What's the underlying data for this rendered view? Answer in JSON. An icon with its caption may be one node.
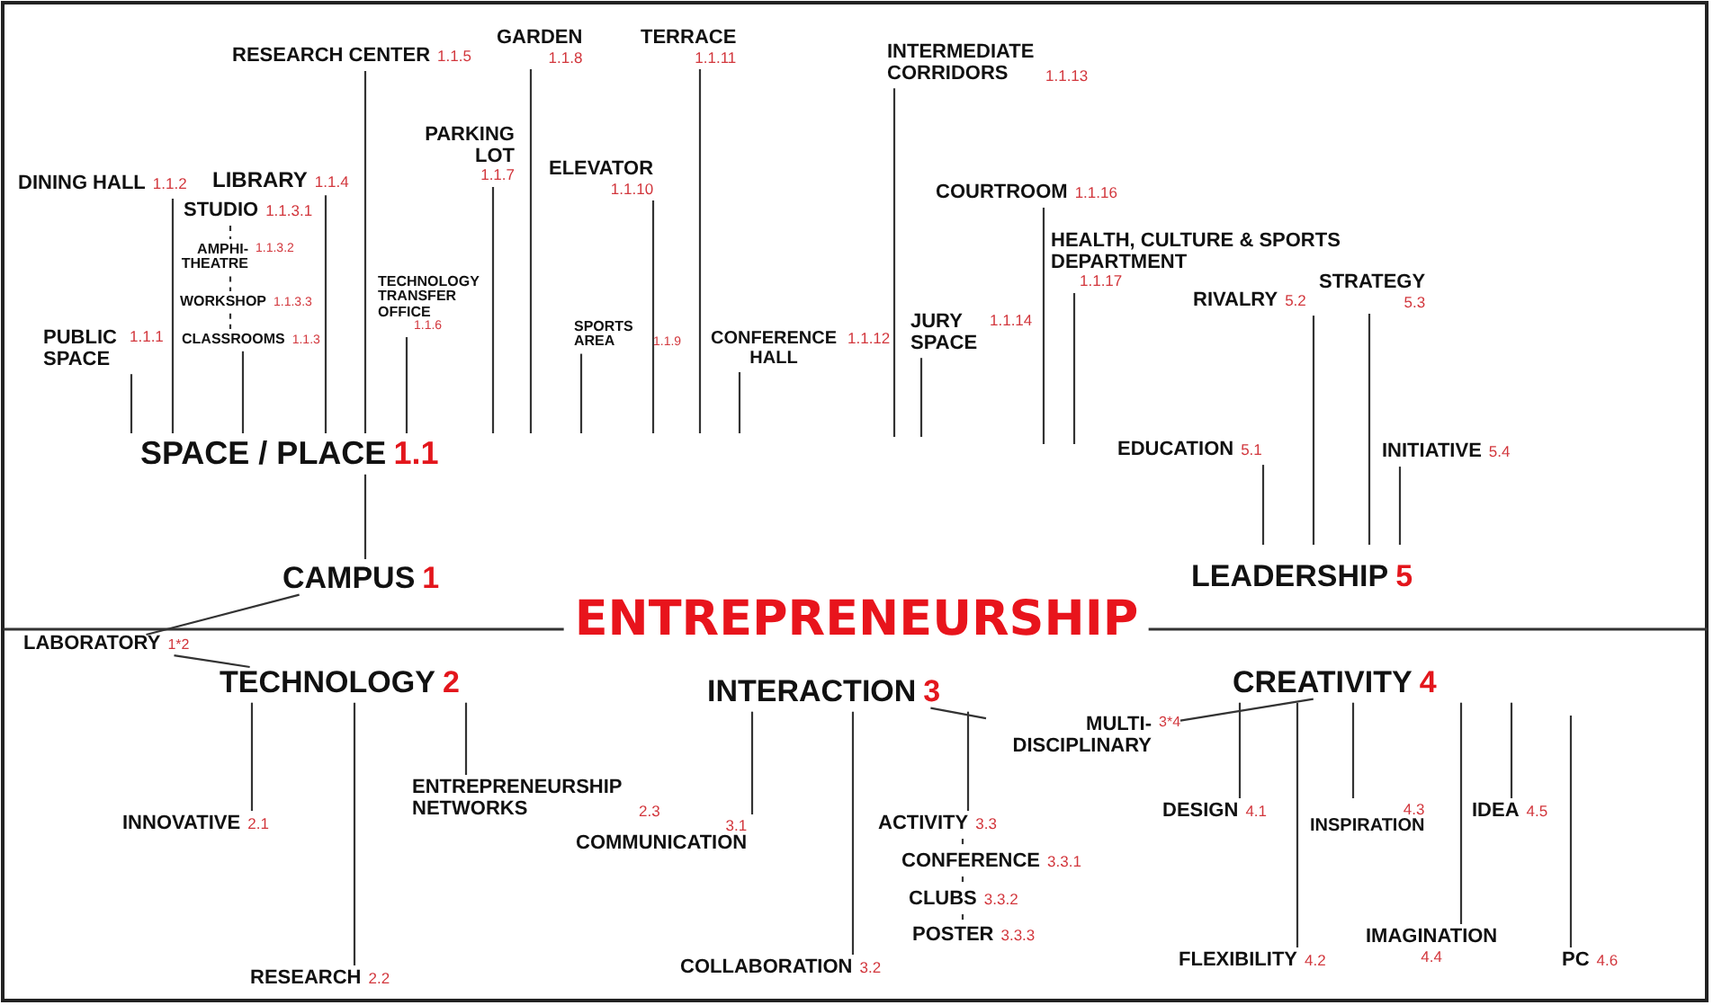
{
  "diagram": {
    "title": "ENTREPRENEURSHIP",
    "nodes": [
      {
        "text": [
          "SPACE / PLACE",
          "1.1"
        ]
      },
      {
        "text": [
          "CAMPUS",
          "1"
        ]
      },
      {
        "text": [
          "LABORATORY",
          "1*2"
        ]
      },
      {
        "text": [
          "TECHNOLOGY",
          "2"
        ]
      },
      {
        "text": [
          "INTERACTION",
          "3"
        ]
      },
      {
        "text": [
          "MULTI- DISCIPLINARY",
          "3*4"
        ]
      },
      {
        "text": [
          "CREATIVITY",
          "4"
        ]
      },
      {
        "text": [
          "LEADERSHIP",
          "5"
        ]
      },
      {
        "text": [
          "PUBLIC SPACE",
          "1.1.1"
        ]
      },
      {
        "text": [
          "DINING HALL",
          "1.1.2"
        ]
      },
      {
        "text": [
          "STUDIO",
          "1.1.3.1"
        ]
      },
      {
        "text": [
          "AMPHI- THEATRE",
          "1.1.3.2"
        ]
      },
      {
        "text": [
          "WORKSHOP",
          "1.1.3.3"
        ]
      },
      {
        "text": [
          "CLASSROOMS",
          "1.1.3"
        ]
      },
      {
        "text": [
          "LIBRARY",
          "1.1.4"
        ]
      },
      {
        "text": [
          "RESEARCH CENTER",
          "1.1.5"
        ]
      },
      {
        "text": [
          "TECHNOLOGY TRANSFER OFFICE",
          "1.1.6"
        ]
      },
      {
        "text": [
          "PARKING LOT",
          "1.1.7"
        ]
      },
      {
        "text": [
          "GARDEN",
          "1.1.8"
        ]
      },
      {
        "text": [
          "SPORTS AREA",
          "1.1.9"
        ]
      },
      {
        "text": [
          "ELEVATOR",
          "1.1.10"
        ]
      },
      {
        "text": [
          "TERRACE",
          "1.1.11"
        ]
      },
      {
        "text": [
          "CONFERENCE HALL",
          "1.1.12"
        ]
      },
      {
        "text": [
          "INTERMEDIATE CORRIDORS",
          "1.1.13"
        ]
      },
      {
        "text": [
          "JURY SPACE",
          "1.1.14"
        ]
      },
      {
        "text": [
          "COURTROOM",
          "1.1.16"
        ]
      },
      {
        "text": [
          "HEALTH, CULTURE & SPORTS DEPARTMENT",
          "1.1.17"
        ]
      },
      {
        "text": [
          "EDUCATION",
          "5.1"
        ]
      },
      {
        "text": [
          "RIVALRY",
          "5.2"
        ]
      },
      {
        "text": [
          "STRATEGY",
          "5.3"
        ]
      },
      {
        "text": [
          "INITIATIVE",
          "5.4"
        ]
      },
      {
        "text": [
          "INNOVATIVE",
          "2.1"
        ]
      },
      {
        "text": [
          "RESEARCH",
          "2.2"
        ]
      },
      {
        "text": [
          "ENTREPRENEURSHIP NETWORKS",
          "2.3"
        ]
      },
      {
        "text": [
          "3.1",
          "COMMUNICATION"
        ]
      },
      {
        "text": [
          "COLLABORATION",
          "3.2"
        ]
      },
      {
        "text": [
          "ACTIVITY",
          "3.3"
        ]
      },
      {
        "text": [
          "CONFERENCE",
          "3.3.1"
        ]
      },
      {
        "text": [
          "CLUBS",
          "3.3.2"
        ]
      },
      {
        "text": [
          "POSTER",
          "3.3.3"
        ]
      },
      {
        "text": [
          "DESIGN",
          "4.1"
        ]
      },
      {
        "text": [
          "FLEXIBILITY",
          "4.2"
        ]
      },
      {
        "text": [
          "4.3",
          "INSPIRATION"
        ]
      },
      {
        "text": [
          "IMAGINATION",
          "4.4"
        ]
      },
      {
        "text": [
          "IDEA",
          "4.5"
        ]
      },
      {
        "text": [
          "PC",
          "4.6"
        ]
      }
    ],
    "edges": [
      {
        "from": 8,
        "to": 0,
        "arrow": "none"
      },
      {
        "from": 9,
        "to": 0,
        "arrow": "none"
      },
      {
        "from": 13,
        "to": 0,
        "arrow": "none"
      },
      {
        "from": 14,
        "to": 0,
        "arrow": "none"
      },
      {
        "from": 15,
        "to": 0,
        "arrow": "none"
      },
      {
        "from": 16,
        "to": 0,
        "arrow": "none"
      },
      {
        "from": 17,
        "to": 0,
        "arrow": "none"
      },
      {
        "from": 18,
        "to": 0,
        "arrow": "none"
      },
      {
        "from": 19,
        "to": null,
        "arrow": "none"
      },
      {
        "from": 20,
        "to": null,
        "arrow": "none"
      },
      {
        "from": 21,
        "to": null,
        "arrow": "none"
      },
      {
        "from": 22,
        "to": null,
        "arrow": "none"
      },
      {
        "from": 23,
        "to": null,
        "arrow": "none"
      },
      {
        "from": 24,
        "to": null,
        "arrow": "none"
      },
      {
        "from": 25,
        "to": null,
        "arrow": "none"
      },
      {
        "from": 26,
        "to": null,
        "arrow": "none"
      },
      {
        "from": 10,
        "to": 11,
        "arrow": "none",
        "style": "dashed"
      },
      {
        "from": 11,
        "to": 12,
        "arrow": "none",
        "style": "dashed"
      },
      {
        "from": 12,
        "to": 13,
        "arrow": "none",
        "style": "dashed"
      },
      {
        "from": 0,
        "to": 1,
        "arrow": "none"
      },
      {
        "from": 2,
        "to": 1,
        "arrow": "none"
      },
      {
        "from": 2,
        "to": 3,
        "arrow": "none"
      },
      {
        "from": 3,
        "to": 31,
        "arrow": "none"
      },
      {
        "from": 3,
        "to": 32,
        "arrow": "none"
      },
      {
        "from": 3,
        "to": 33,
        "arrow": "none"
      },
      {
        "from": 4,
        "to": 34,
        "arrow": "none"
      },
      {
        "from": 4,
        "to": 35,
        "arrow": "none"
      },
      {
        "from": 4,
        "to": 36,
        "arrow": "none"
      },
      {
        "from": 36,
        "to": 37,
        "arrow": "none",
        "style": "dashed"
      },
      {
        "from": 37,
        "to": 38,
        "arrow": "none",
        "style": "dashed"
      },
      {
        "from": 38,
        "to": 39,
        "arrow": "none",
        "style": "dashed"
      },
      {
        "from": 5,
        "to": 4,
        "arrow": "none"
      },
      {
        "from": 5,
        "to": 6,
        "arrow": "none"
      },
      {
        "from": 6,
        "to": 40,
        "arrow": "none"
      },
      {
        "from": 6,
        "to": 41,
        "arrow": "none"
      },
      {
        "from": 6,
        "to": 42,
        "arrow": "none"
      },
      {
        "from": 6,
        "to": 43,
        "arrow": "none"
      },
      {
        "from": 6,
        "to": 44,
        "arrow": "none"
      },
      {
        "from": null,
        "to": 45,
        "arrow": "none"
      },
      {
        "from": 27,
        "to": 7,
        "arrow": "none"
      },
      {
        "from": 28,
        "to": 7,
        "arrow": "none"
      },
      {
        "from": 29,
        "to": 7,
        "arrow": "none"
      },
      {
        "from": 30,
        "to": 7,
        "arrow": "none"
      }
    ]
  }
}
